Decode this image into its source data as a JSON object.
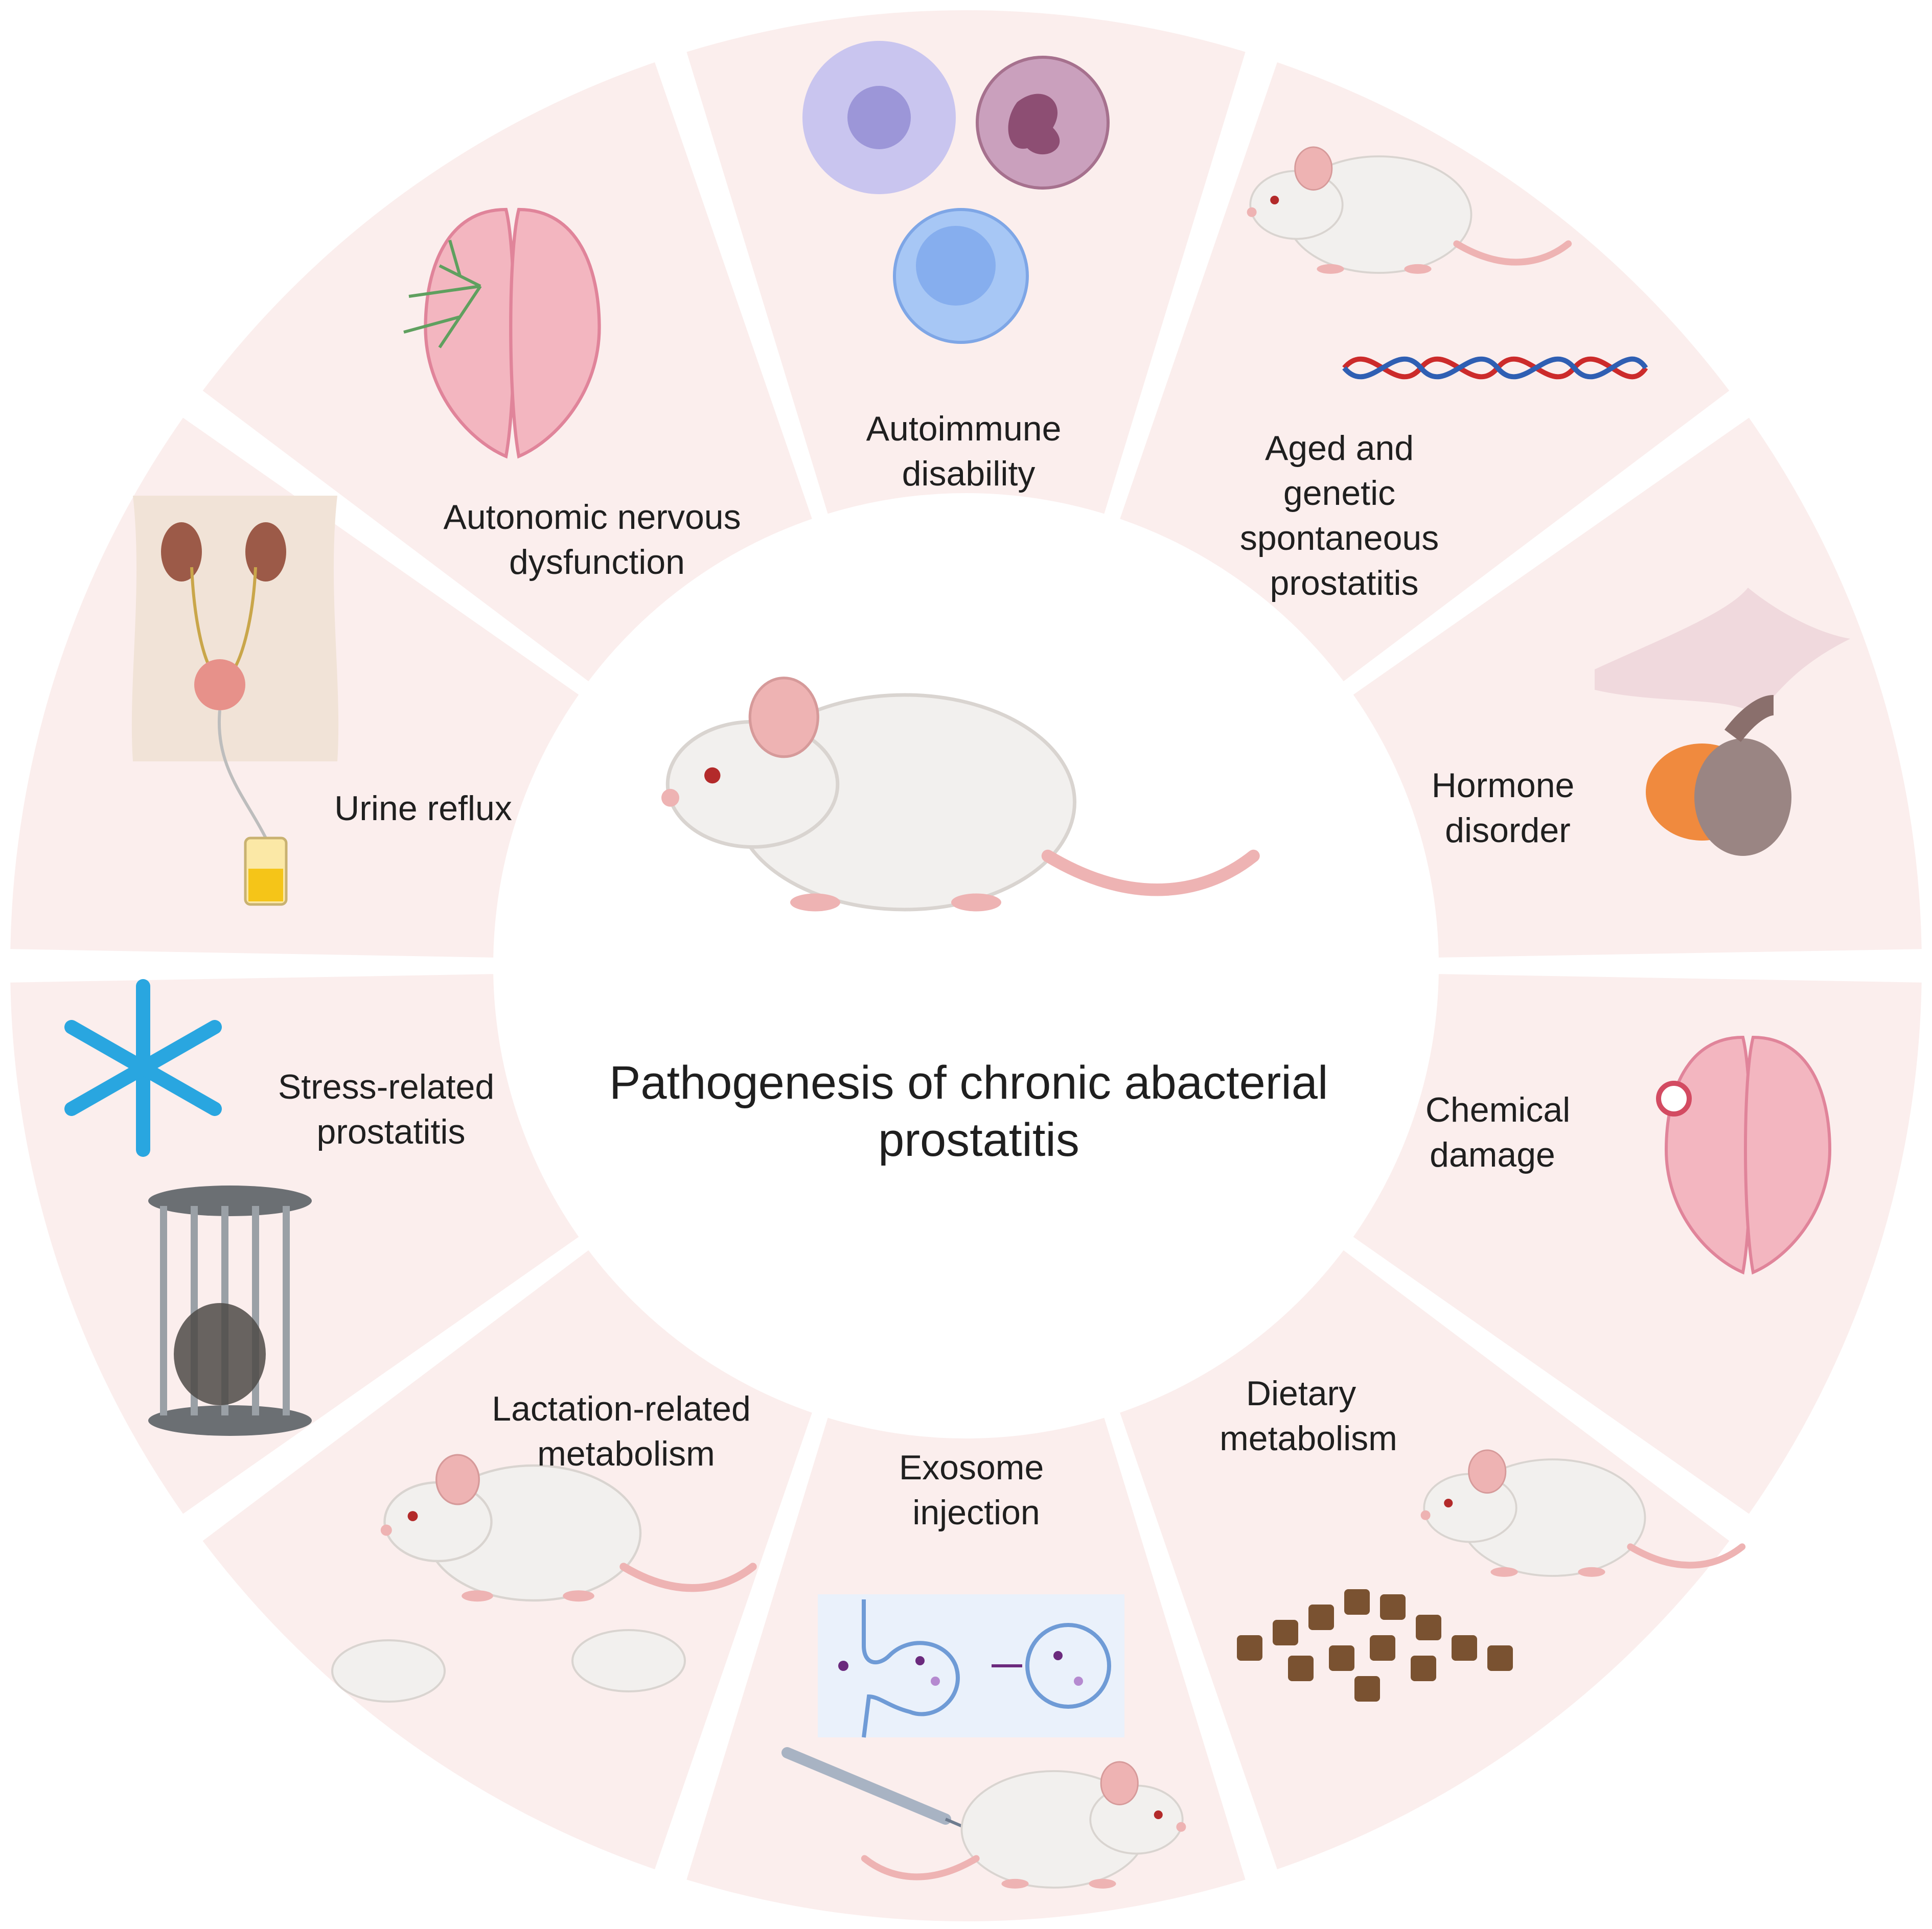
{
  "center": {
    "title_line1": "Pathogenesis of chronic abacterial",
    "title_line2": "prostatitis"
  },
  "segments": [
    {
      "id": "autoimmune",
      "lines": [
        "Autoimmune",
        "disability"
      ]
    },
    {
      "id": "aged",
      "lines": [
        "Aged and",
        "genetic",
        "spontaneous",
        "prostatitis"
      ]
    },
    {
      "id": "hormone",
      "lines": [
        "Hormone",
        "disorder"
      ]
    },
    {
      "id": "chemical",
      "lines": [
        "Chemical",
        "damage"
      ]
    },
    {
      "id": "dietary",
      "lines": [
        "Dietary",
        "metabolism"
      ]
    },
    {
      "id": "exosome",
      "lines": [
        "Exosome",
        "injection"
      ]
    },
    {
      "id": "lactation",
      "lines": [
        "Lactation-related",
        "metabolism"
      ]
    },
    {
      "id": "stress",
      "lines": [
        "Stress-related",
        "prostatitis"
      ]
    },
    {
      "id": "urine",
      "lines": [
        "Urine reflux"
      ]
    },
    {
      "id": "autonomic",
      "lines": [
        "Autonomic nervous",
        "dysfunction"
      ]
    }
  ],
  "colors": {
    "segment_fill": "#fbeeed",
    "prostate_fill": "#f3b6c0",
    "prostate_stripe": "#e0849a",
    "mouse_body": "#f2f0ee",
    "mouse_pink": "#eeb3b3",
    "snowflake": "#29a6e0",
    "pellet": "#7a5231"
  }
}
